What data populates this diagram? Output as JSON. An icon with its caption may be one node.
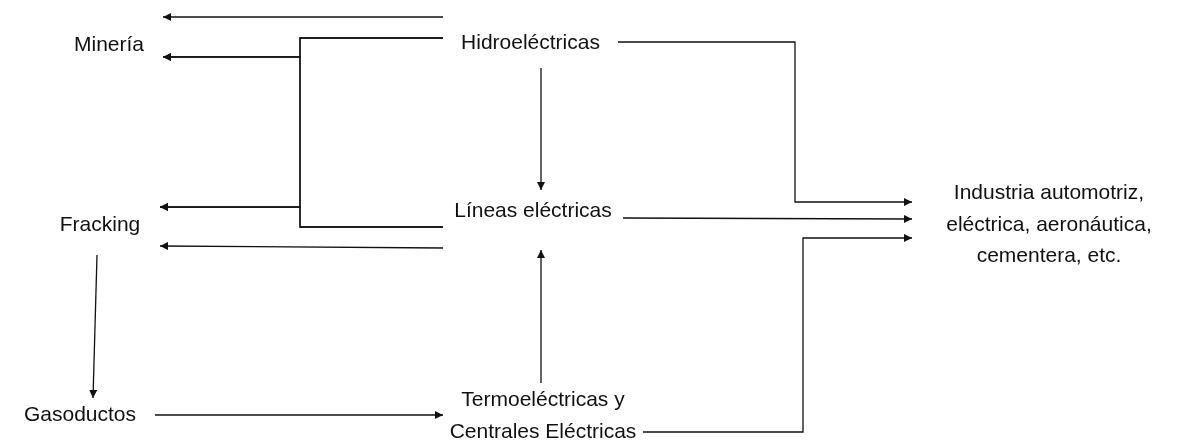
{
  "diagram": {
    "nodes": [
      {
        "text": [
          "Minería"
        ]
      },
      {
        "text": [
          "Hidroeléctricas"
        ]
      },
      {
        "text": [
          "Fracking"
        ]
      },
      {
        "text": [
          "Líneas eléctricas"
        ]
      },
      {
        "text": [
          "Industria automotriz, eléctrica, aeronáutica, cementera, etc."
        ]
      },
      {
        "text": [
          "Gasoductos"
        ]
      },
      {
        "text": [
          "Termoeléctricas y Centrales Eléctricas"
        ]
      }
    ],
    "edges": [
      {
        "from": 1,
        "to": 0,
        "arrow": "to"
      },
      {
        "from": 1,
        "to": 0,
        "arrow": "to"
      },
      {
        "from": 1,
        "to": 2,
        "arrow": "to"
      },
      {
        "from": 3,
        "to": 0,
        "arrow": "to"
      },
      {
        "from": 3,
        "to": 2,
        "arrow": "to"
      },
      {
        "from": 3,
        "to": 2,
        "arrow": "to"
      },
      {
        "from": 1,
        "to": 3,
        "arrow": "to"
      },
      {
        "from": 6,
        "to": 3,
        "arrow": "to"
      },
      {
        "from": 2,
        "to": 5,
        "arrow": "to"
      },
      {
        "from": 5,
        "to": 6,
        "arrow": "to"
      },
      {
        "from": 1,
        "to": 4,
        "arrow": "to"
      },
      {
        "from": 3,
        "to": 4,
        "arrow": "to"
      },
      {
        "from": 6,
        "to": 4,
        "arrow": "to"
      }
    ]
  }
}
